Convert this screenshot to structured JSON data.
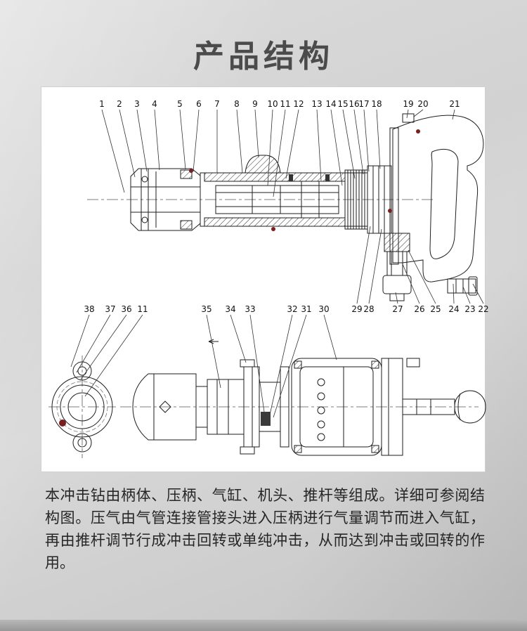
{
  "page": {
    "title": "产品结构",
    "description": "本冲击钻由柄体、压柄、气缸、机头、推杆等组成。详细可参阅结构图。压气由气管连接管接头进入压柄进行气量调节而进入气缸，再由推杆调节行成冲击回转或单纯冲击，从而达到冲击或回转的作用。"
  },
  "colors": {
    "title": "#4b4b4b",
    "drawing_line": "#1e1e1e",
    "seal_dot": "#7a1f1f",
    "panel_bg": "#ffffff"
  },
  "diagram": {
    "top_view": {
      "top_labels": [
        "1",
        "2",
        "3",
        "4",
        "5",
        "6",
        "7",
        "8",
        "9",
        "10",
        "11",
        "12",
        "13",
        "14",
        "15",
        "16",
        "17",
        "18",
        "19",
        "20",
        "21"
      ],
      "bottom_labels": [
        "29",
        "28",
        "27",
        "26",
        "25",
        "24",
        "23",
        "22"
      ]
    },
    "bottom_view": {
      "left_labels": [
        "38",
        "37",
        "36",
        "11"
      ],
      "center_labels": [
        "35",
        "34",
        "33"
      ],
      "right_labels": [
        "32",
        "31",
        "30"
      ]
    }
  }
}
